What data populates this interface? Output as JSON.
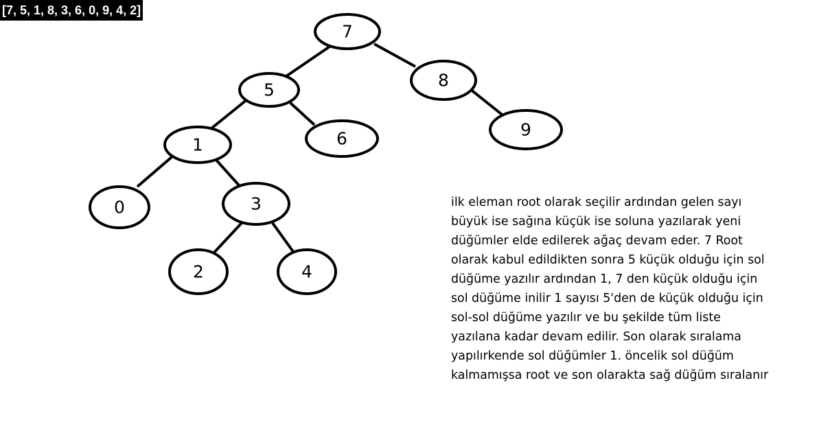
{
  "input_list": "[7, 5, 1, 8, 3, 6, 0, 9, 4, 2]",
  "tree": {
    "nodes": [
      {
        "id": "n7",
        "label": "7"
      },
      {
        "id": "n5",
        "label": "5"
      },
      {
        "id": "n8",
        "label": "8"
      },
      {
        "id": "n1",
        "label": "1"
      },
      {
        "id": "n6",
        "label": "6"
      },
      {
        "id": "n9",
        "label": "9"
      },
      {
        "id": "n0",
        "label": "0"
      },
      {
        "id": "n3",
        "label": "3"
      },
      {
        "id": "n2",
        "label": "2"
      },
      {
        "id": "n4",
        "label": "4"
      }
    ],
    "edges": [
      {
        "from": "n7",
        "to": "n5"
      },
      {
        "from": "n7",
        "to": "n8"
      },
      {
        "from": "n5",
        "to": "n1"
      },
      {
        "from": "n5",
        "to": "n6"
      },
      {
        "from": "n8",
        "to": "n9"
      },
      {
        "from": "n1",
        "to": "n0"
      },
      {
        "from": "n1",
        "to": "n3"
      },
      {
        "from": "n3",
        "to": "n2"
      },
      {
        "from": "n3",
        "to": "n4"
      }
    ]
  },
  "explanation": {
    "lines": [
      "ilk eleman root olarak seçilir ardından gelen sayı",
      "büyük ise sağına küçük ise soluna yazılarak yeni",
      "düğümler elde edilerek ağaç devam eder. 7 Root",
      "olarak kabul edildikten sonra 5 küçük olduğu için sol",
      "düğüme yazılır ardından 1, 7 den küçük olduğu için",
      "sol düğüme inilir 1 sayısı 5'den de küçük olduğu için",
      "sol-sol düğüme yazılır ve bu şekilde tüm liste",
      "yazılana kadar devam edilir. Son olarak sıralama",
      "yapılırkende sol düğümler 1. öncelik sol düğüm",
      "kalmamışsa root ve son olarakta sağ düğüm sıralanır"
    ]
  }
}
